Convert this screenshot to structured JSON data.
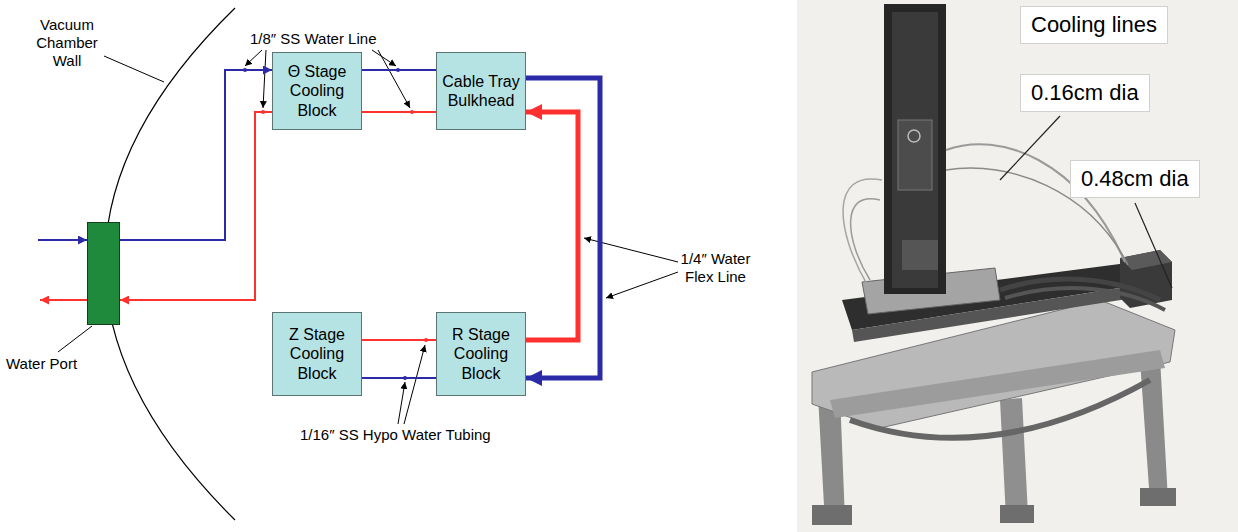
{
  "diagram": {
    "nodes": [
      {
        "text": [
          "Θ Stage Cooling Block"
        ]
      },
      {
        "text": [
          "Cable Tray Bulkhead"
        ]
      },
      {
        "text": [
          "Water Port"
        ]
      },
      {
        "text": [
          "Z Stage Cooling Block"
        ]
      },
      {
        "text": [
          "R Stage Cooling Block"
        ]
      }
    ],
    "edges": [
      {
        "from": 2,
        "to": 0,
        "arrow": "to"
      },
      {
        "from": 0,
        "to": 1,
        "arrow": "none"
      },
      {
        "from": 1,
        "to": 4,
        "arrow": "to"
      },
      {
        "from": 4,
        "to": 1,
        "arrow": "to"
      },
      {
        "from": 1,
        "to": 0,
        "arrow": "none"
      },
      {
        "from": 0,
        "to": 2,
        "arrow": "to"
      },
      {
        "from": 3,
        "to": 4,
        "arrow": "none"
      },
      {
        "from": 4,
        "to": 3,
        "arrow": "none"
      }
    ],
    "labels": [
      "Vacuum Chamber Wall",
      "1/8″ SS Water Line",
      "1/4″ Water Flex Line",
      "1/16″ SS Hypo Water Tubing",
      "Cooling lines",
      "0.16cm dia",
      "0.48cm dia"
    ]
  }
}
